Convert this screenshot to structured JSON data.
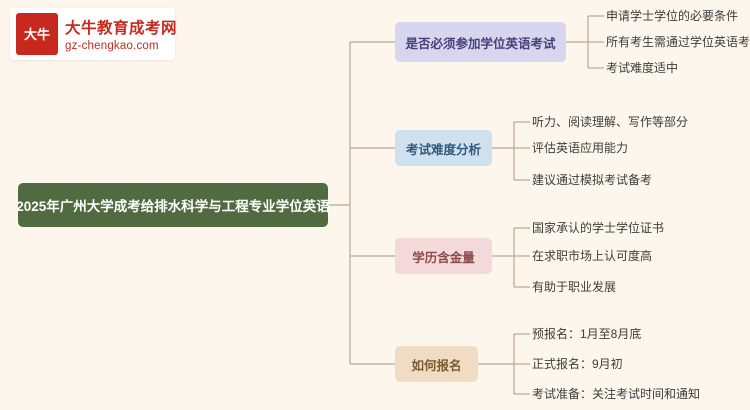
{
  "logo": {
    "mark_text": "大牛",
    "title": "大牛教育成考网",
    "subtitle": "gz-chengkao.com"
  },
  "mindmap": {
    "root": {
      "label": "2025年广州大学成考给排水科学与工程专业学位英语",
      "color": "#4f6b3f"
    },
    "branches": [
      {
        "label": "是否必须参加学位英语考试",
        "color": "#d8d5ef",
        "children": [
          "申请学士学位的必要条件",
          "所有考生需通过学位英语考试",
          "考试难度适中"
        ]
      },
      {
        "label": "考试难度分析",
        "color": "#cfe0ef",
        "children": [
          "听力、阅读理解、写作等部分",
          "评估英语应用能力",
          "建议通过模拟考试备考"
        ]
      },
      {
        "label": "学历含金量",
        "color": "#f3d9d9",
        "children": [
          "国家承认的学士学位证书",
          "在求职市场上认可度高",
          "有助于职业发展"
        ]
      },
      {
        "label": "如何报名",
        "color": "#f0dcc2",
        "children": [
          "预报名：1月至8月底",
          "正式报名：9月初",
          "考试准备：关注考试时间和通知"
        ]
      }
    ]
  }
}
